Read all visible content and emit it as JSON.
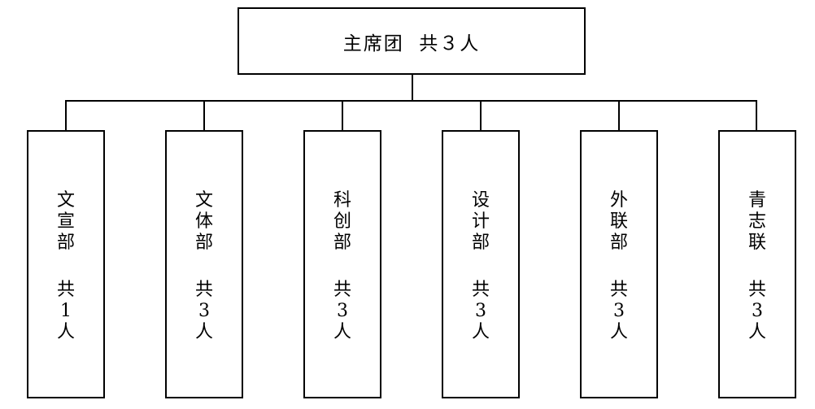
{
  "root": {
    "label": "主席团  共３人"
  },
  "departments": [
    {
      "name": "文宣部",
      "count_word": "共",
      "count_num": "1",
      "count_unit": "人"
    },
    {
      "name": "文体部",
      "count_word": "共",
      "count_num": "3",
      "count_unit": "人"
    },
    {
      "name": "科创部",
      "count_word": "共",
      "count_num": "3",
      "count_unit": "人"
    },
    {
      "name": "设计部",
      "count_word": "共",
      "count_num": "3",
      "count_unit": "人"
    },
    {
      "name": "外联部",
      "count_word": "共",
      "count_num": "3",
      "count_unit": "人"
    },
    {
      "name": "青志联",
      "count_word": "共",
      "count_num": "3",
      "count_unit": "人"
    }
  ]
}
